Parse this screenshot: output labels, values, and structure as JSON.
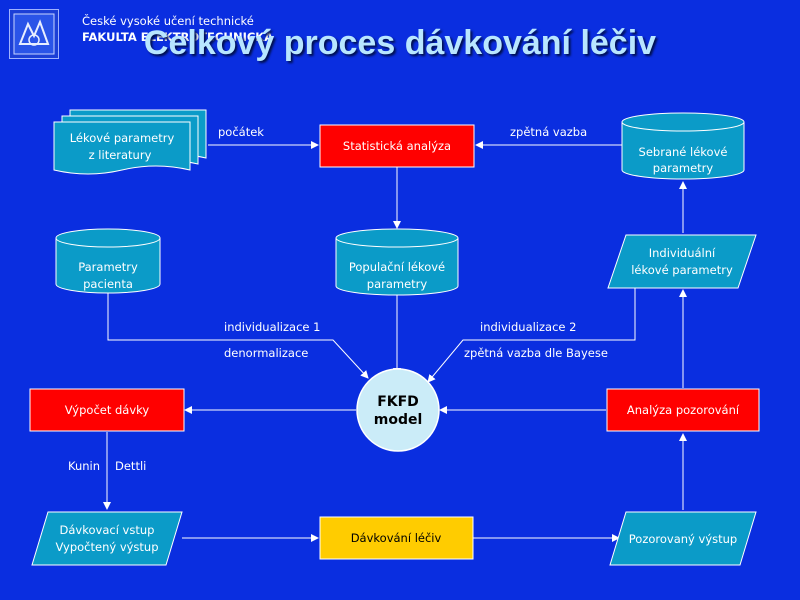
{
  "header": {
    "institution_line1": "České vysoké učení technické",
    "institution_line2": "FAKULTA ELEKTROTECHNICKÁ",
    "logo_icon": "university-logo-icon"
  },
  "title": "Celkový proces dávkování léčiv",
  "colors": {
    "background": "#0a2ee0",
    "red_box": "#ff0000",
    "cyan_shape": "#0b9bc8",
    "yellow_box": "#ffcc00",
    "circle": "#cbecf8",
    "title": "#b8e6ff"
  },
  "nodes": {
    "literature": [
      "Lékové parametry",
      "z literatury"
    ],
    "stat_analysis": "Statistická analýza",
    "collected": [
      "Sebrané lékové",
      "parametry"
    ],
    "patient": [
      "Parametry",
      "pacienta"
    ],
    "population": [
      "Populační lékové",
      "parametry"
    ],
    "individual": [
      "Individuální",
      "lékové parametry"
    ],
    "dose_calc": "Výpočet dávky",
    "fkfd": [
      "FKFD",
      "model"
    ],
    "obs_analysis": "Analýza pozorování",
    "dosing_io": [
      "Dávkovací vstup",
      "Vypočtený výstup"
    ],
    "dosing": "Dávkování léčiv",
    "observed": "Pozorovaný výstup"
  },
  "edge_labels": {
    "start": "počátek",
    "feedback": "zpětná vazba",
    "individualization1": "individualizace 1",
    "denormalization": "denormalizace",
    "individualization2": "individualizace 2",
    "bayes_feedback": "zpětná vazba dle Bayese",
    "kunin": "Kunin",
    "dettli": "Dettli"
  }
}
